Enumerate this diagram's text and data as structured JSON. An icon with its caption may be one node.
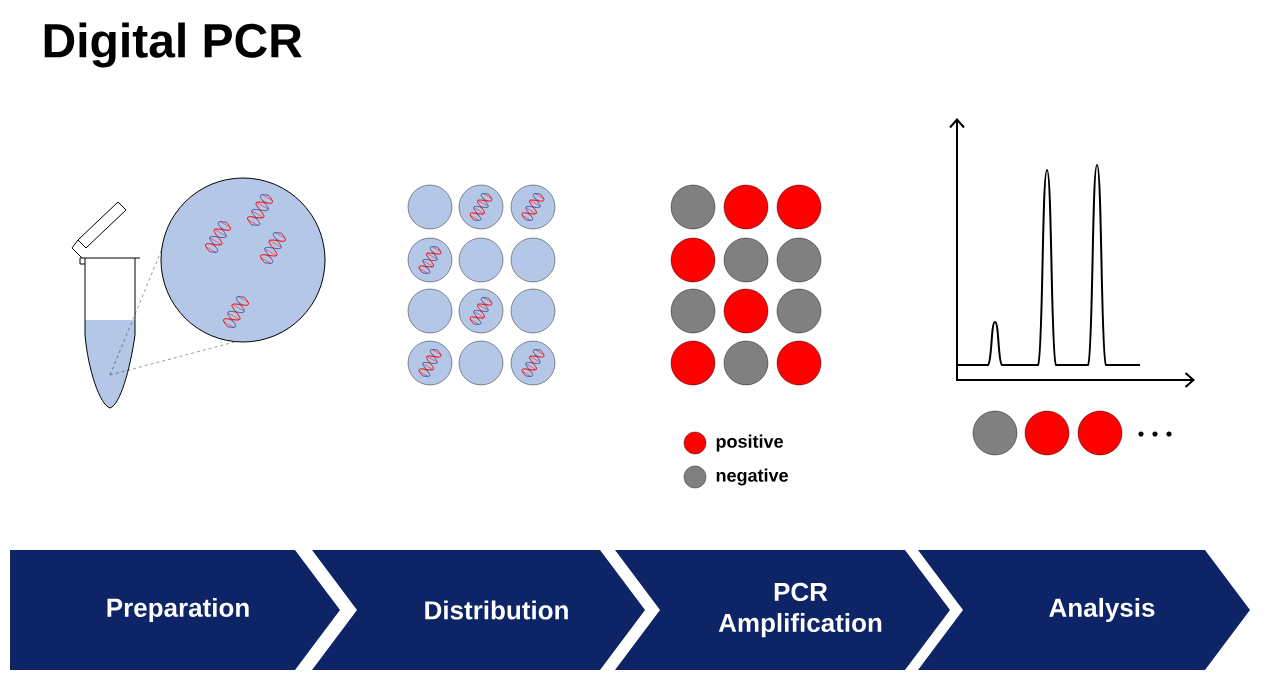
{
  "diagram": {
    "title": "Digital PCR",
    "nodes": [
      {
        "text": [
          "Preparation"
        ]
      },
      {
        "text": [
          "Distribution"
        ]
      },
      {
        "text": [
          "PCR Amplification"
        ]
      },
      {
        "text": [
          "Analysis"
        ]
      }
    ],
    "legend": [
      {
        "text": "positive",
        "color": "#ff0000"
      },
      {
        "text": "negative",
        "color": "#808080"
      }
    ]
  }
}
